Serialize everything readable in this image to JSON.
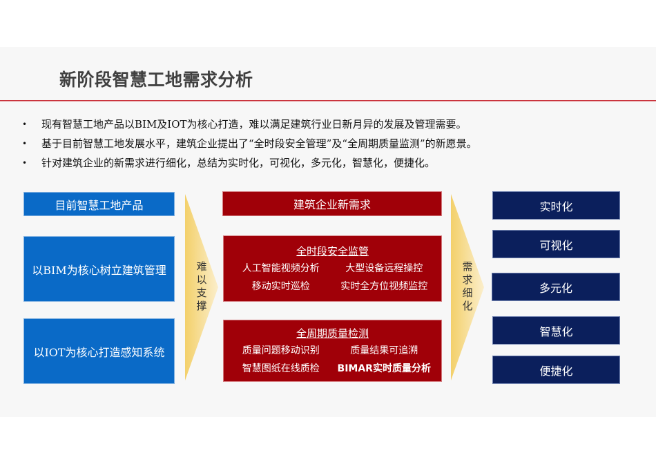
{
  "title": "新阶段智慧工地需求分析",
  "bullets": [
    "现有智慧工地产品以BIM及IOT为核心打造，难以满足建筑行业日新月异的发展及管理需要。",
    "基于目前智慧工地发展水平，建筑企业提出了“全时段安全管理”及“全周期质量监测”的新愿景。",
    "针对建筑企业的新需求进行细化，总结为实时化，可视化，多元化，智慧化，便捷化。"
  ],
  "bullet_glyph": "•",
  "left_column": {
    "header": "目前智慧工地产品",
    "items": [
      "以BIM为核心树立建筑管理",
      "以IOT为核心打造感知系统"
    ]
  },
  "arrow1": {
    "label": [
      "难",
      "以",
      "支",
      "撑"
    ]
  },
  "middle_column": {
    "header": "建筑企业新需求",
    "panels": [
      {
        "title": "全时段安全监管",
        "items": [
          "人工智能视频分析",
          "大型设备远程操控",
          "移动实时巡检",
          "实时全方位视频监控"
        ]
      },
      {
        "title": "全周期质量检测",
        "items": [
          "质量问题移动识别",
          "质量结果可追溯",
          "智慧图纸在线质检",
          "BIMAR实时质量分析"
        ]
      }
    ]
  },
  "arrow2": {
    "label": [
      "需",
      "求",
      "细",
      "化"
    ]
  },
  "right_column": {
    "items": [
      "实时化",
      "可视化",
      "多元化",
      "智慧化",
      "便捷化"
    ]
  },
  "colors": {
    "blue": "#0a6ac7",
    "red": "#a00008",
    "navy": "#0b1f5c",
    "arrow": "#f5d77a",
    "title_rule": "#c9303a"
  }
}
